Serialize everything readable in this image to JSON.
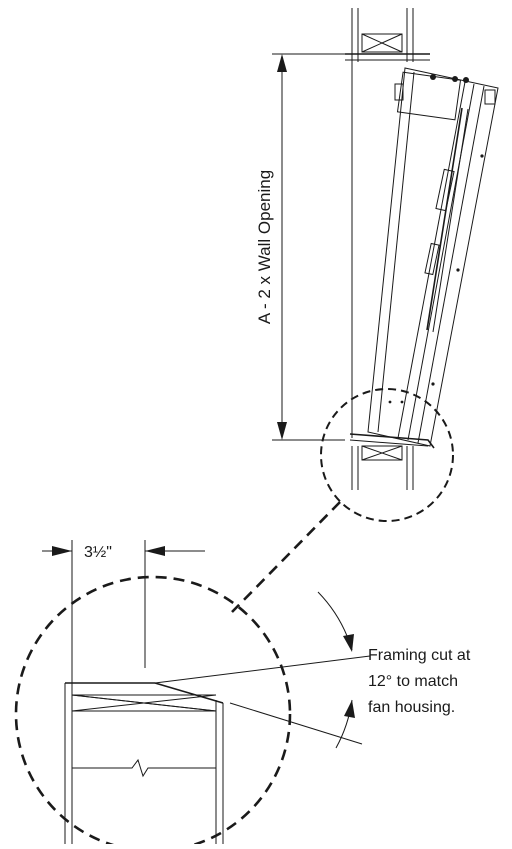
{
  "labels": {
    "wall_opening": "A - 2 x  Wall Opening",
    "stud_width": "3½\"",
    "callout_line1": "Framing cut at",
    "callout_line2": "12° to match",
    "callout_line3": "fan housing."
  }
}
